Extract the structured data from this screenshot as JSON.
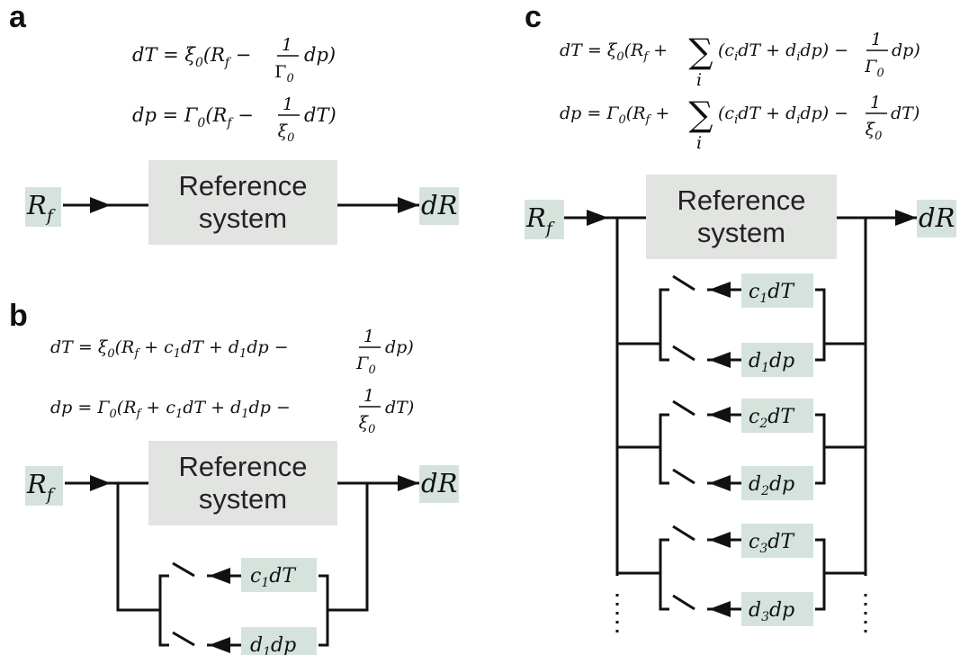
{
  "panels": {
    "a": {
      "label": "a",
      "eq1": {
        "lhs": "dT = ξ",
        "sub": "0",
        "pre": "(R",
        "fsub": "f",
        "mid": " −",
        "num": "1",
        "den": "Γ",
        "densub": "0",
        "tail": "dp)"
      },
      "eq2": {
        "lhs": "dp = Γ",
        "sub": "0",
        "pre": "(R",
        "fsub": "f",
        "mid": " −",
        "num": "1",
        "den": "ξ",
        "densub": "0",
        "tail": "dT)"
      },
      "system": [
        "Reference",
        "system"
      ],
      "input": {
        "main": "R",
        "sub": "f"
      },
      "output": "dR"
    },
    "b": {
      "label": "b",
      "eq1": {
        "lhs": "dT = ξ",
        "sub": "0",
        "pre": "(R",
        "fsub": "f",
        "mid": " + c",
        "msub": "1",
        "mid2": "dT + d",
        "msub2": "1",
        "mid3": "dp −",
        "num": "1",
        "den": "Γ",
        "densub": "0",
        "tail": "dp)"
      },
      "eq2": {
        "lhs": "dp = Γ",
        "sub": "0",
        "pre": "(R",
        "fsub": "f",
        "mid": " + c",
        "msub": "1",
        "mid2": "dT + d",
        "msub2": "1",
        "mid3": "dp −",
        "num": "1",
        "den": "ξ",
        "densub": "0",
        "tail": "dT)"
      },
      "system": [
        "Reference",
        "system"
      ],
      "input": {
        "main": "R",
        "sub": "f"
      },
      "output": "dR",
      "signals": [
        {
          "pre": "c",
          "sub": "1",
          "post": "dT"
        },
        {
          "pre": "d",
          "sub": "1",
          "post": "dp"
        }
      ]
    },
    "c": {
      "label": "c",
      "eq1": {
        "lhs": "dT = ξ",
        "sub": "0",
        "pre": "(R",
        "fsub": "f",
        "plus": " +",
        "sum": "∑",
        "sumsub": "i",
        "body": "(c",
        "bsub": "i",
        "body2": "dT + d",
        "bsub2": "i",
        "body3": "dp) −",
        "num": "1",
        "den": "Γ",
        "densub": "0",
        "tail": "dp)"
      },
      "eq2": {
        "lhs": "dp = Γ",
        "sub": "0",
        "pre": "(R",
        "fsub": "f",
        "plus": " +",
        "sum": "∑",
        "sumsub": "i",
        "body": "(c",
        "bsub": "i",
        "body2": "dT + d",
        "bsub2": "i",
        "body3": "dp) −",
        "num": "1",
        "den": "ξ",
        "densub": "0",
        "tail": "dT)"
      },
      "system": [
        "Reference",
        "system"
      ],
      "input": {
        "main": "R",
        "sub": "f"
      },
      "output": "dR",
      "signals": [
        {
          "pre": "c",
          "sub": "1",
          "post": "dT"
        },
        {
          "pre": "d",
          "sub": "1",
          "post": "dp"
        },
        {
          "pre": "c",
          "sub": "2",
          "post": "dT"
        },
        {
          "pre": "d",
          "sub": "2",
          "post": "dp"
        },
        {
          "pre": "c",
          "sub": "3",
          "post": "dT"
        },
        {
          "pre": "d",
          "sub": "3",
          "post": "dp"
        }
      ]
    }
  }
}
